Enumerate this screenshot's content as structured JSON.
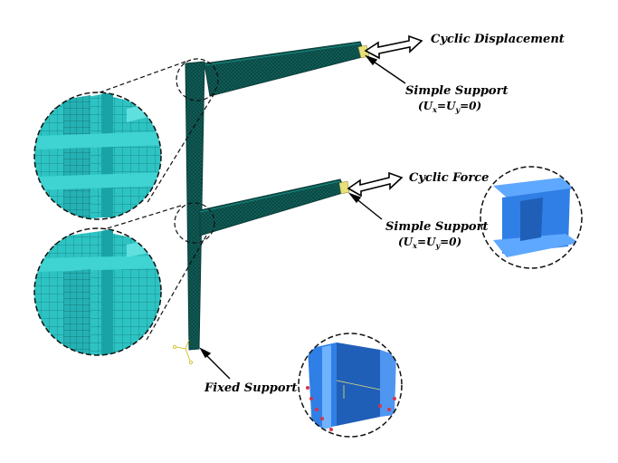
{
  "labels": {
    "cyclic_displacement": "Cyclic Displacement",
    "simple_support_top": "Simple Support",
    "top_condition": {
      "open": "(U",
      "x": "x",
      "mid": "=U",
      "y": "y",
      "close": "=0)"
    },
    "cyclic_force": "Cyclic Force",
    "simple_support_bottom": "Simple Support",
    "bottom_condition": {
      "open": "(U",
      "x": "x",
      "mid": "=U",
      "y": "y",
      "close": "=0)"
    },
    "fixed_support": "Fixed Support"
  },
  "colors": {
    "mesh_fill": "#0f5e58",
    "mesh_line": "#0a3c38",
    "zoom_fill": "#2ec3c3",
    "zoom_grid": "#137a7c",
    "support_blue": "#2f7fe6",
    "support_dark": "#1f5fb8",
    "support_light": "#6fb2ff",
    "node_red": "#d6354a",
    "dashed": "#111111"
  }
}
